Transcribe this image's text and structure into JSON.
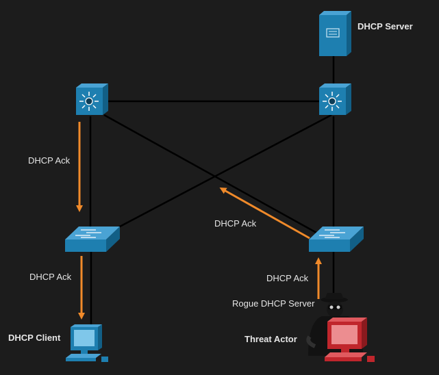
{
  "labels": {
    "dhcp_server": "DHCP Server",
    "dhcp_client": "DHCP Client",
    "threat_actor": "Threat Actor",
    "rogue_dhcp_server": "Rogue DHCP Server",
    "ack_left_top": "DHCP Ack",
    "ack_left_bottom": "DHCP Ack",
    "ack_right_diagonal": "DHCP Ack",
    "ack_right_bottom": "DHCP Ack"
  },
  "colors": {
    "background": "#1c1c1c",
    "link": "#000000",
    "arrow": "#f08a2a",
    "device_blue": "#1e7fb0",
    "threat_red": "#c0262c"
  },
  "icons": {
    "server": "server-icon",
    "core_switch": "multilayer-switch-icon",
    "access_switch": "switch-icon",
    "client": "pc-icon",
    "attacker": "hacker-icon"
  }
}
